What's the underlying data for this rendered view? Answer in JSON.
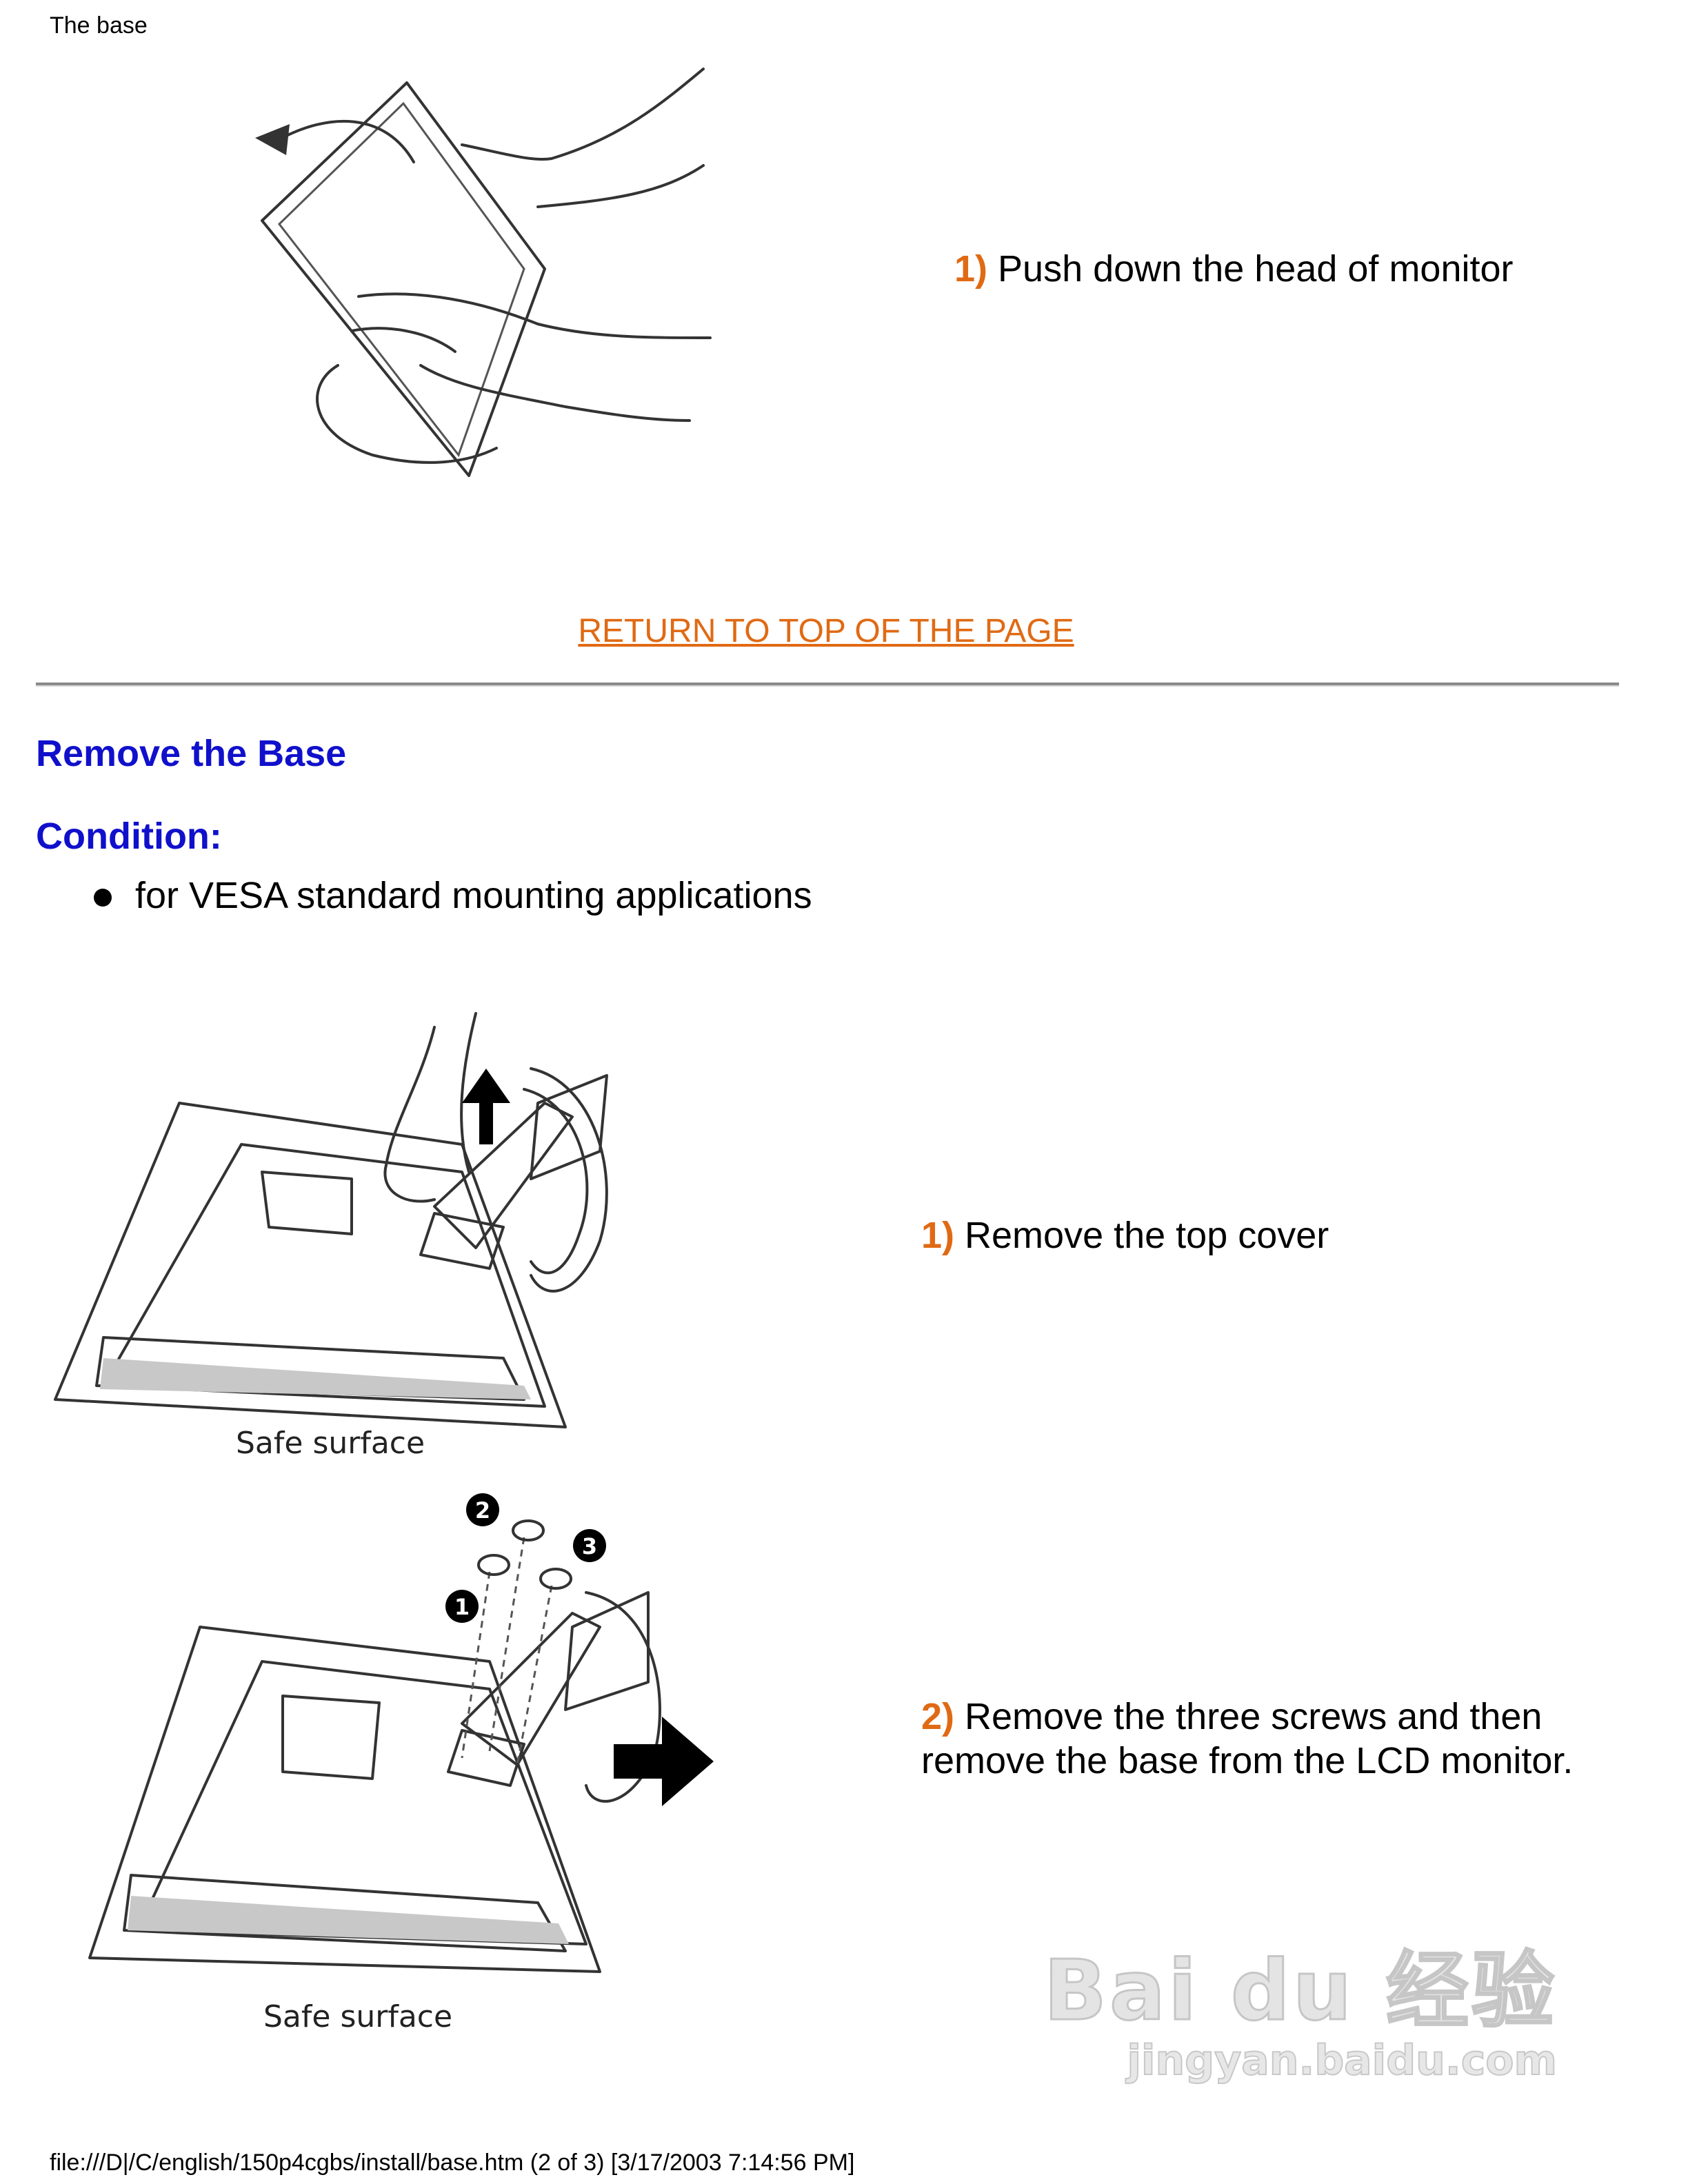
{
  "header": {
    "title": "The base"
  },
  "section1": {
    "step": {
      "num": "1)",
      "text": " Push down the head of monitor"
    }
  },
  "return_link": "RETURN TO TOP OF THE PAGE",
  "section2": {
    "heading": "Remove the Base",
    "condition_heading": "Condition:",
    "bullets": [
      "for VESA standard mounting applications"
    ],
    "figure1": {
      "caption": "Safe surface"
    },
    "figure2": {
      "caption": "Safe surface",
      "screw_numbers": [
        "1",
        "2",
        "3"
      ]
    },
    "step1": {
      "num": "1)",
      "text": " Remove the top cover"
    },
    "step2": {
      "num": "2)",
      "text": " Remove the three screws and then remove the base from the LCD monitor."
    }
  },
  "watermark": {
    "brand": "Bai du 经验",
    "url": "jingyan.baidu.com"
  },
  "footer": {
    "path": "file:///D|/C/english/150p4cgbs/install/base.htm (2 of 3) [3/17/2003 7:14:56 PM]"
  },
  "colors": {
    "step_number": "#e06a14",
    "heading": "#1010cc",
    "link": "#e06a14"
  }
}
